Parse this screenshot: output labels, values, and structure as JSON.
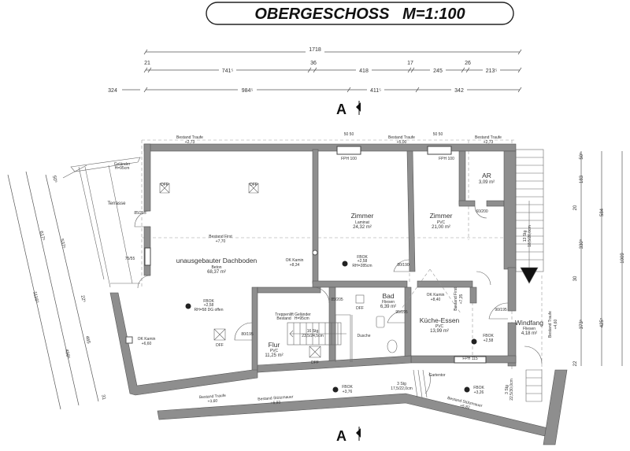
{
  "title": "OBERGESCHOSS   M=1:100",
  "section_marker": "A",
  "dimensions": {
    "top_total": "1718",
    "top_row2": [
      "21",
      "741⁵",
      "36",
      "418",
      "17",
      "245",
      "26",
      "213⁵"
    ],
    "top_row3": [
      "984⁵",
      "411⁵",
      "342"
    ],
    "top_left": "324",
    "left": [
      "1116⁵",
      "617⁵",
      "537⁵",
      "50⁵",
      "22⁵",
      "465",
      "498⁵",
      "31"
    ],
    "right": [
      "50⁵",
      "183",
      "20",
      "330⁵",
      "30",
      "373⁵",
      "22",
      "584",
      "425⁵",
      "1009"
    ]
  },
  "rooms": [
    {
      "name": "Terrasse"
    },
    {
      "name": "unausgebauter Dachboden",
      "floor": "Beton",
      "area": "68,37 m²"
    },
    {
      "name": "Zimmer",
      "floor": "Laminat",
      "area": "24,32 m²"
    },
    {
      "name": "Zimmer",
      "floor": "PVC",
      "area": "21,00 m²"
    },
    {
      "name": "AR",
      "area": "3,09 m²"
    },
    {
      "name": "Flur",
      "floor": "PVC",
      "area": "11,25 m²"
    },
    {
      "name": "Bad",
      "floor": "Fliesen",
      "area": "6,39 m²"
    },
    {
      "name": "Dusche"
    },
    {
      "name": "Küche-Essen",
      "floor": "PVC",
      "area": "13,99 m²"
    },
    {
      "name": "Windfang",
      "floor": "Fliesen",
      "area": "4,18 m²"
    }
  ],
  "annotations": {
    "traufe1": [
      "Bestand Traufe",
      "+2,73"
    ],
    "traufe2": [
      "Bestand Traufe",
      "+5,00"
    ],
    "traufe3": [
      "Bestand Traufe",
      "+2,73"
    ],
    "traufe4": [
      "Bestand Traufe",
      "+3,60"
    ],
    "traufe5": [
      "Bestand Traufe",
      "+4,60"
    ],
    "first": [
      "Bestand First",
      "+7,70"
    ],
    "first2": [
      "Bestand First",
      "+7,35"
    ],
    "gelaender": [
      "Geländer",
      "H=95cm"
    ],
    "kamin1": [
      "OK Kamin",
      "+8,34"
    ],
    "kamin2": [
      "OK Kamin",
      "+6,60"
    ],
    "kamin3": [
      "OK Kamin",
      "+8,40"
    ],
    "fbok1": [
      "FBOK",
      "+2,58",
      "RH=285cm"
    ],
    "fbok2": [
      "FBOK",
      "+2,58",
      "RH=58 DG offen"
    ],
    "fbok3": [
      "FBOK",
      "+2,58"
    ],
    "fbok4": [
      "FBOK",
      "+3,76"
    ],
    "fbok5": [
      "FBOK",
      "+3,26"
    ],
    "treppenlift": [
      "Treppenlift Geländer",
      "Bestand   H=95cm"
    ],
    "stairs_inner": [
      "16 Stg",
      "23,5/24,5cm"
    ],
    "stairs_out": [
      "3 Stg",
      "17,5/22,0cm"
    ],
    "stairs_right": [
      "13 Stg",
      "18,5/26,0cm"
    ],
    "stairs_right2": [
      "3 Stg",
      "22,5/30,0cm"
    ],
    "gartentor": "Gartentor",
    "stuetz1": [
      "Bestand Stützmauer",
      "+6,93"
    ],
    "stuetz2": [
      "Bestand Stützmauer",
      "+5,82"
    ],
    "fph100": "FPH 100",
    "fph115": "FPH 115",
    "sill": "50 50",
    "dff": "DFF",
    "doors": [
      "85/215",
      "75/55",
      "80/195",
      "85/205",
      "80/190",
      "95/195",
      "90/195",
      "60/200"
    ]
  }
}
